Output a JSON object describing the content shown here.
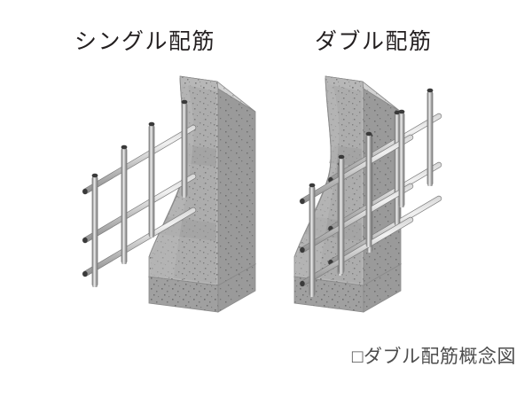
{
  "figure": {
    "caption": "□ダブル配筋概念図",
    "background_color": "#ffffff",
    "text_color": "#231f20",
    "caption_color": "#4d4d4d"
  },
  "panels": [
    {
      "id": "single",
      "title": "シングル配筋",
      "description": "単層の鉄筋が壁の中心に一列に配置されたコンクリート壁の等角投影図",
      "rebar_layers": 1,
      "vertical_bars": 4,
      "horizontal_bars": 3
    },
    {
      "id": "double",
      "title": "ダブル配筋",
      "description": "二層の鉄筋が壁の内外に平行に配置されたコンクリート壁の等角投影図",
      "rebar_layers": 2,
      "vertical_bars": 8,
      "horizontal_bars": 6
    }
  ],
  "colors": {
    "concrete_top": "#cfcfcf",
    "concrete_front": "#b4b4b4",
    "concrete_side": "#9d9d9d",
    "concrete_cut": "#a8a8a8",
    "concrete_shadow": "#8e8e8e",
    "concrete_outline": "#8a8a8a",
    "speckle": "#6f6f6f",
    "rebar_light": "#e3e3e3",
    "rebar_mid": "#b0b0b0",
    "rebar_dark": "#7d7d7d",
    "rebar_cap": "#3a3a3a"
  }
}
